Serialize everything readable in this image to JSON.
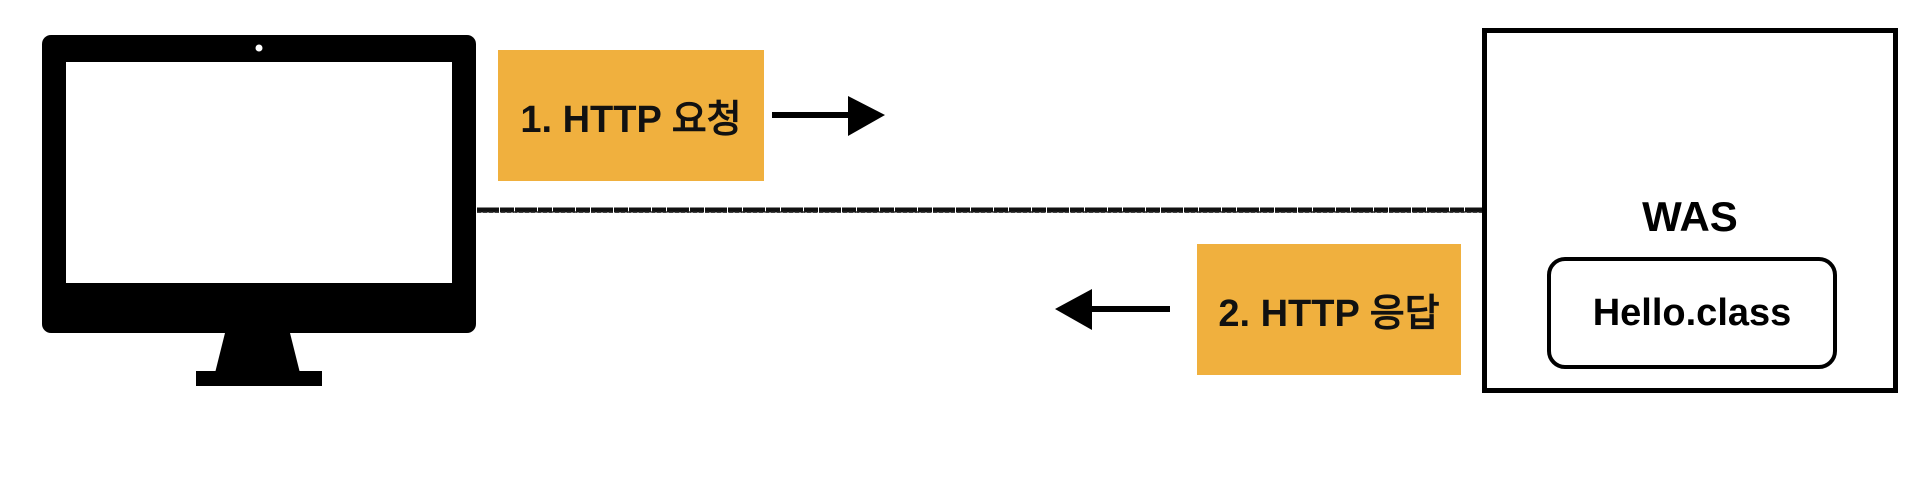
{
  "diagram": {
    "request": {
      "label": "1. HTTP 요청",
      "color": "#F0B03E",
      "arrow_direction": "right"
    },
    "response": {
      "label": "2. HTTP 응답",
      "color": "#F0B03E",
      "arrow_direction": "left"
    },
    "client": {
      "icon": "monitor-icon"
    },
    "server": {
      "title": "WAS",
      "component": "Hello.class"
    }
  }
}
